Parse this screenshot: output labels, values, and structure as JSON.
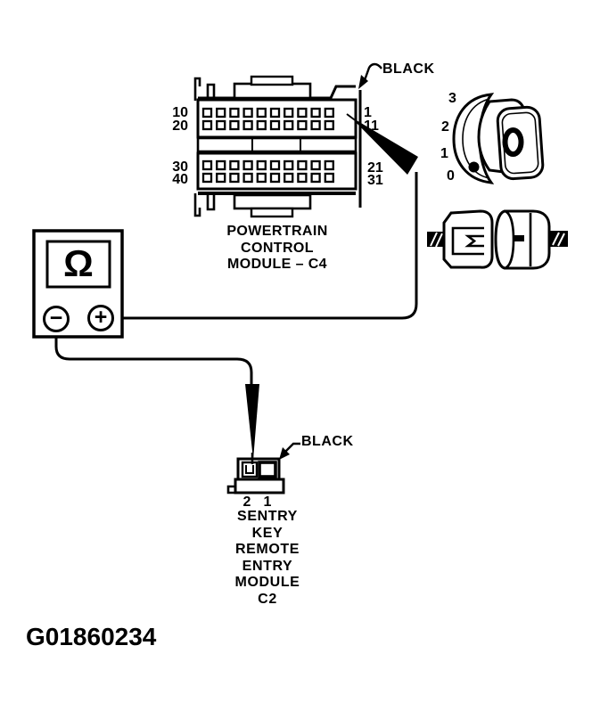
{
  "figure_id": "G01860234",
  "pcm": {
    "name_lines": [
      "POWERTRAIN",
      "CONTROL",
      "MODULE – C4"
    ],
    "wire_label": "BLACK",
    "pins_per_row": 10,
    "row_labels_left": [
      "10",
      "20",
      "30",
      "40"
    ],
    "row_labels_right": [
      "1",
      "11",
      "21",
      "31"
    ]
  },
  "ignition": {
    "positions": [
      "3",
      "2",
      "1",
      "0"
    ]
  },
  "meter": {
    "display_symbol": "Ω",
    "minus": "−",
    "plus": "+"
  },
  "skreem": {
    "wire_label": "BLACK",
    "cavity_labels": [
      "2",
      "1"
    ],
    "name_lines": [
      "SENTRY",
      "KEY",
      "REMOTE",
      "ENTRY",
      "MODULE",
      "C2"
    ]
  },
  "colors": {
    "ink": "#000000",
    "paper": "#ffffff"
  }
}
